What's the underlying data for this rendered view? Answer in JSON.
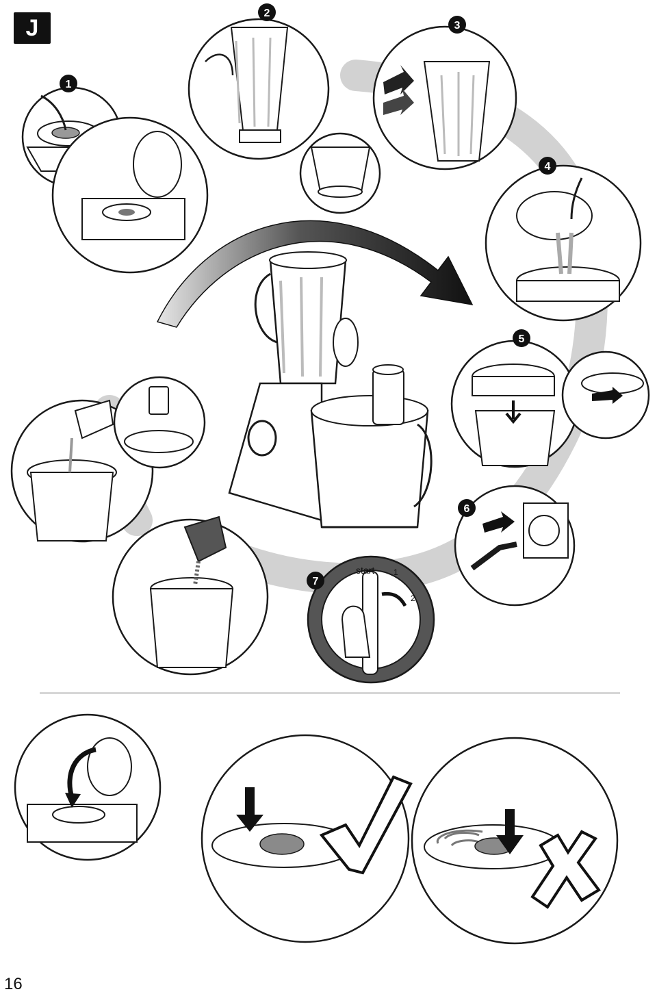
{
  "section_letter": "J",
  "page_number": "16",
  "steps": [
    {
      "number": "1",
      "icon": "step-1-badge-icon"
    },
    {
      "number": "2",
      "icon": "step-2-badge-icon"
    },
    {
      "number": "3",
      "icon": "step-3-badge-icon"
    },
    {
      "number": "4",
      "icon": "step-4-badge-icon"
    },
    {
      "number": "5",
      "icon": "step-5-badge-icon"
    },
    {
      "number": "6",
      "icon": "step-6-badge-icon"
    },
    {
      "number": "7",
      "icon": "step-7-badge-icon"
    }
  ],
  "dial_label": "start",
  "dial_numbers": [
    "1",
    "2"
  ],
  "colors": {
    "ink": "#1a1a1a",
    "grey_band": "#cfcfcf",
    "dial_ring": "#555555",
    "disc_grey": "#8a8a8a"
  }
}
